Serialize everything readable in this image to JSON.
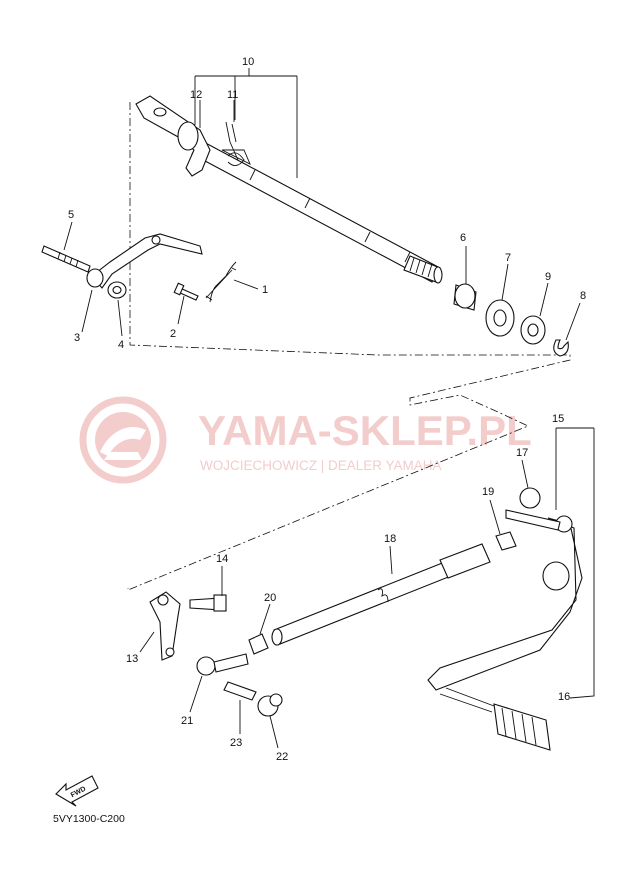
{
  "watermark": {
    "title": "YAMA-SKLEP.PL",
    "subtitle": "WOJCIECHOWICZ | DEALER YAMAHA",
    "logo_color": "#f3cccc"
  },
  "diagram_code": "5VY1300-C200",
  "fwd_label": "FWD",
  "callouts": [
    "1",
    "2",
    "3",
    "4",
    "5",
    "6",
    "7",
    "8",
    "9",
    "10",
    "11",
    "12",
    "13",
    "14",
    "15",
    "16",
    "17",
    "18",
    "19",
    "20",
    "21",
    "22",
    "23"
  ]
}
